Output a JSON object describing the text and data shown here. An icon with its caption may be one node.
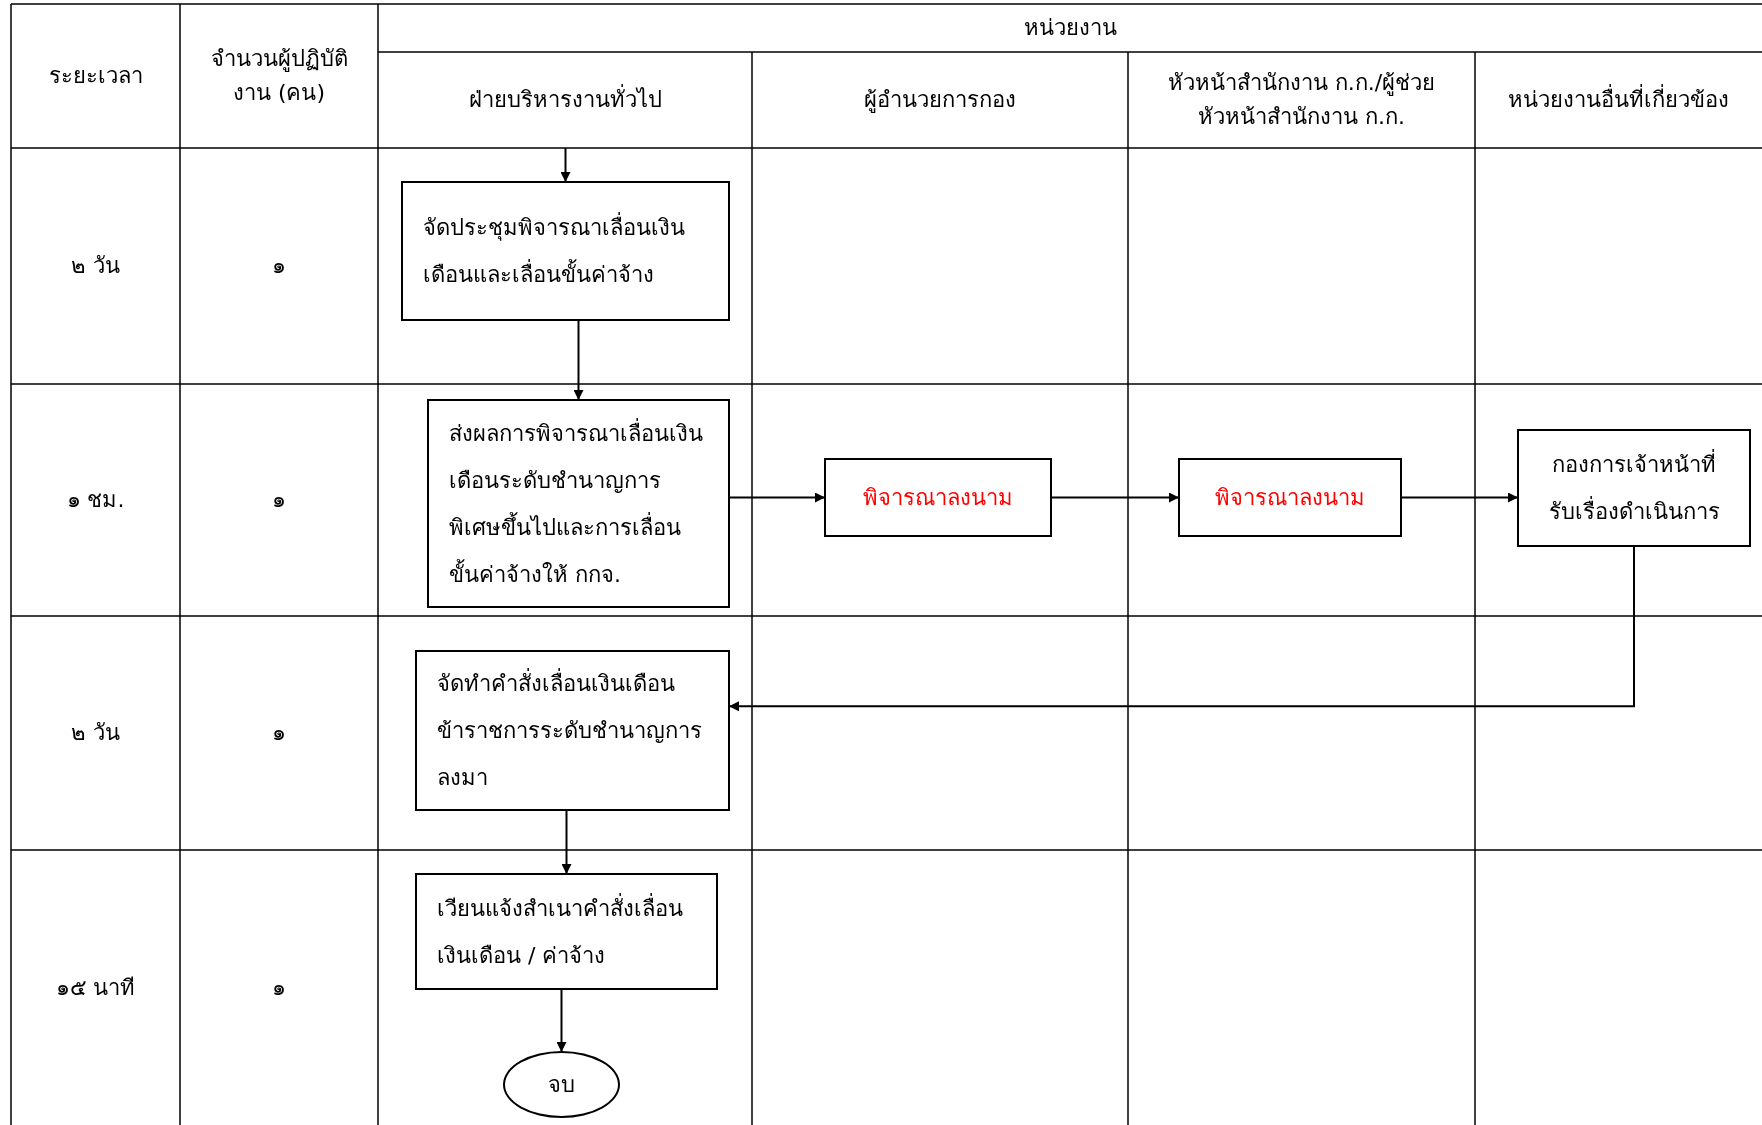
{
  "diagram": {
    "nodes": [
      {
        "text": [
          "จัดประชุมพิจารณาเลื่อนเงินเดือนและเลื่อนขั้นค่าจ้าง"
        ]
      },
      {
        "text": [
          "ส่งผลการพิจารณาเลื่อนเงินเดือนระดับชำนาญการพิเศษขึ้นไปและการเลื่อนขั้นค่าจ้างให้ กกจ."
        ]
      },
      {
        "text": [
          "พิจารณาลงนาม"
        ]
      },
      {
        "text": [
          "พิจารณาลงนาม"
        ]
      },
      {
        "text": [
          "กองการเจ้าหน้าที่รับเรื่องดำเนินการ"
        ]
      },
      {
        "text": [
          "จัดทำคำสั่งเลื่อนเงินเดือนข้าราชการระดับชำนาญการลงมา"
        ]
      },
      {
        "text": [
          "เวียนแจ้งสำเนาคำสั่งเลื่อนเงินเดือน / ค่าจ้าง"
        ]
      },
      {
        "text": [
          "จบ"
        ]
      }
    ],
    "edges": [
      {
        "from": null,
        "to": 0,
        "arrow": "to"
      },
      {
        "from": 0,
        "to": 1,
        "arrow": "to"
      },
      {
        "from": 1,
        "to": 2,
        "arrow": "to"
      },
      {
        "from": 2,
        "to": 3,
        "arrow": "to"
      },
      {
        "from": 3,
        "to": 4,
        "arrow": "to"
      },
      {
        "from": 4,
        "to": 5,
        "arrow": "to"
      },
      {
        "from": 5,
        "to": 6,
        "arrow": "to"
      },
      {
        "from": 6,
        "to": 7,
        "arrow": "to"
      }
    ],
    "labels": [
      "ระยะเวลา",
      "จำนวนผู้ปฏิบัติงาน (คน)",
      "หน่วยงาน",
      "ฝ่ายบริหารงานทั่วไป",
      "ผู้อำนวยการกอง",
      "หัวหน้าสำนักงาน ก.ก./ผู้ช่วยหัวหน้าสำนักงาน ก.ก.",
      "หน่วยงานอื่นที่เกี่ยวข้อง",
      "๒ วัน",
      "๑",
      "๑ ชม.",
      "๑",
      "๒ วัน",
      "๑",
      "๑๕ นาที",
      "๑"
    ]
  }
}
